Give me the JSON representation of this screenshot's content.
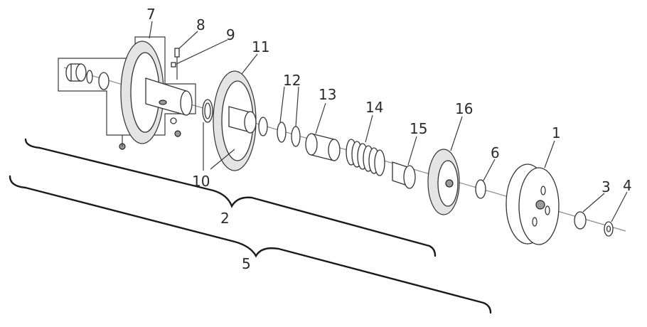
{
  "callouts": {
    "n1": "1",
    "n2": "2",
    "n3": "3",
    "n4": "4",
    "n5": "5",
    "n6": "6",
    "n7": "7",
    "n8": "8",
    "n9": "9",
    "n10": "10",
    "n11": "11",
    "n12": "12",
    "n13": "13",
    "n14": "14",
    "n15": "15",
    "n16": "16"
  },
  "colors": {
    "line": "#333333",
    "shade": "#e4e4e4",
    "dark": "#9a9a9a"
  }
}
